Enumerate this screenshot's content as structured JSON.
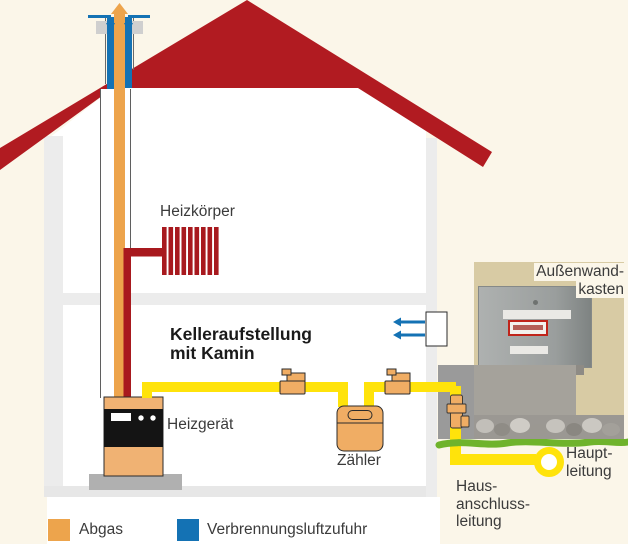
{
  "title": {
    "line1": "Kelleraufstellung",
    "line2": "mit Kamin"
  },
  "labels": {
    "radiator": "Heizkörper",
    "boiler": "Heizgerät",
    "meter": "Zähler",
    "outer_wall_box": {
      "line1": "Außenwand-",
      "line2": "kasten"
    },
    "main_line": {
      "line1": "Haupt-",
      "line2": "leitung"
    },
    "house_connection_line": {
      "line1": "Haus-",
      "line2": "anschluss-",
      "line3": "leitung"
    }
  },
  "legend": {
    "items": [
      {
        "label": "Abgas",
        "color": "#EDA44C"
      },
      {
        "label": "Verbrennungsluftzufuhr",
        "color": "#1472B4"
      }
    ]
  },
  "colors": {
    "background": "#FBF6E9",
    "house_interior": "#FFFFFF",
    "roof_red": "#B11B21",
    "heating_pipe_red": "#A8191E",
    "exhaust_orange": "#EDA44C",
    "combustion_air_blue": "#1472B4",
    "gas_pipe_yellow": "#FFE30B",
    "main_line_green": "#6FB32C",
    "device_tan": "#F0B273",
    "wall_light_gray": "#ECECEC",
    "cap_gray": "#CFCFCF",
    "base_gray": "#B0B0B0",
    "wall_block_gray": "#9A9A9A"
  }
}
